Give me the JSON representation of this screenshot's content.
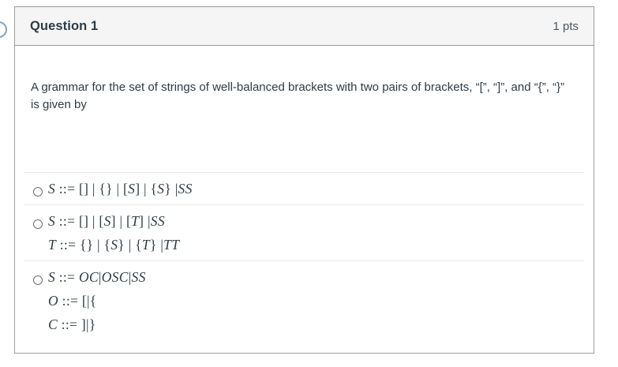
{
  "header": {
    "title": "Question 1",
    "points": "1 pts"
  },
  "question": {
    "text": "A grammar for the set of strings of well-balanced brackets with two pairs of brackets, “[”, “]”, and “{”, “}” is given by"
  },
  "options": [
    {
      "lines": [
        "S ::= [] | {} | [S] | {S} |SS"
      ]
    },
    {
      "lines": [
        "S ::= [] | [S] | [T] |SS",
        "T ::= {} | {S} | {T} |TT"
      ]
    },
    {
      "lines": [
        "S ::= OC|OSC|SS",
        "O ::= [|{",
        "C ::= ]|}"
      ]
    }
  ],
  "icons": {
    "side_marker": "question-marker-icon",
    "radio": "radio-button"
  },
  "colors": {
    "ink": "#2d3b45",
    "points_text": "#4c5760",
    "header_bg": "#f5f5f5",
    "card_border": "#9c9c9c",
    "divider": "#e7e7e7",
    "radio_border": "#6f6f6f",
    "side_icon": "#7aa5bf"
  }
}
